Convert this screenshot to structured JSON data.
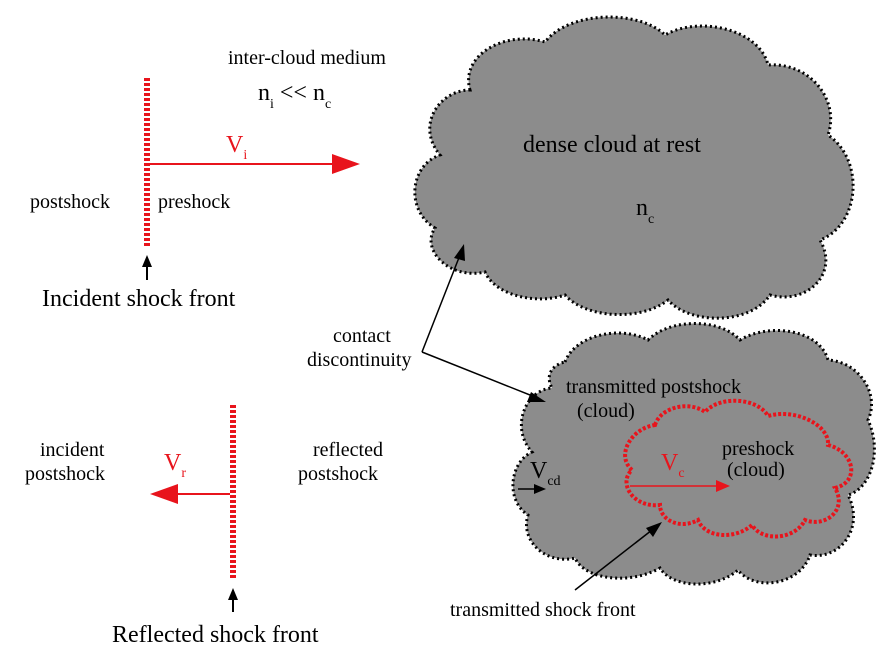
{
  "colors": {
    "cloud_fill": "#8c8c8c",
    "accent_red": "#e8141c",
    "ink": "#000000"
  },
  "labels": {
    "medium_title": "inter-cloud medium",
    "medium_relation_n": "n",
    "medium_relation_i": "i",
    "medium_relation_op": " << n",
    "medium_relation_c": "c",
    "vi_main": "V",
    "vi_sub": "i",
    "postshock": "postshock",
    "preshock": "preshock",
    "incident_front": "Incident shock front",
    "dense_cloud": "dense cloud at rest",
    "nc_main": "n",
    "nc_sub": "c",
    "contact_line1": "contact",
    "contact_line2": "discontinuity",
    "incident_postshock_1": "incident",
    "incident_postshock_2": "postshock",
    "vr_main": "V",
    "vr_sub": "r",
    "reflected_postshock_1": "reflected",
    "reflected_postshock_2": "postshock",
    "reflected_front": "Reflected shock front",
    "transmitted_postshock_1": "transmitted postshock",
    "transmitted_postshock_2": "(cloud)",
    "preshock_cloud_1": "preshock",
    "preshock_cloud_2": "(cloud)",
    "vc_main": "V",
    "vc_sub": "c",
    "vcd_main": "V",
    "vcd_sub": "cd",
    "transmitted_front": "transmitted shock front"
  }
}
